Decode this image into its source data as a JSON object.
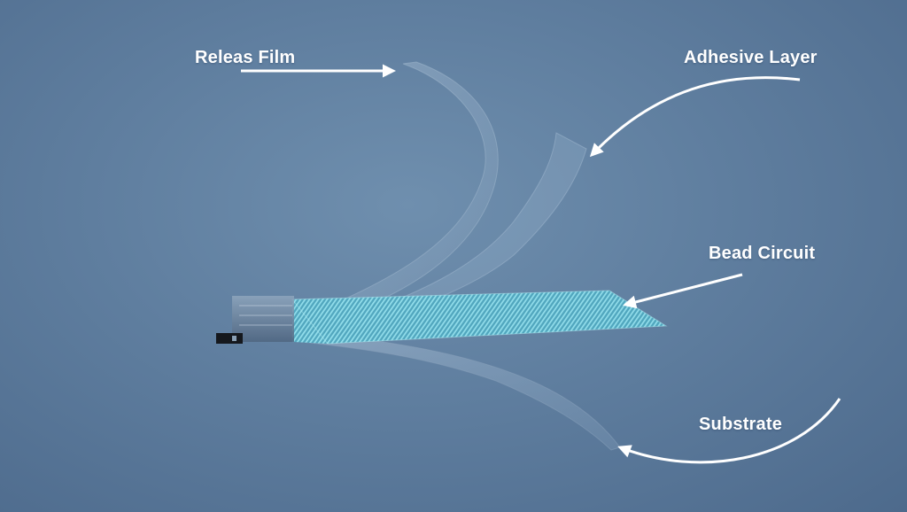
{
  "labels": {
    "release_film": "Releas Film",
    "adhesive_layer": "Adhesive Layer",
    "bead_circuit": "Bead Circuit",
    "substrate": "Substrate"
  },
  "colors": {
    "background": "#5f7e9f",
    "label_text": "#ffffff",
    "circuit_traces": "#7fd6e6",
    "film": "#9bb3cc"
  }
}
